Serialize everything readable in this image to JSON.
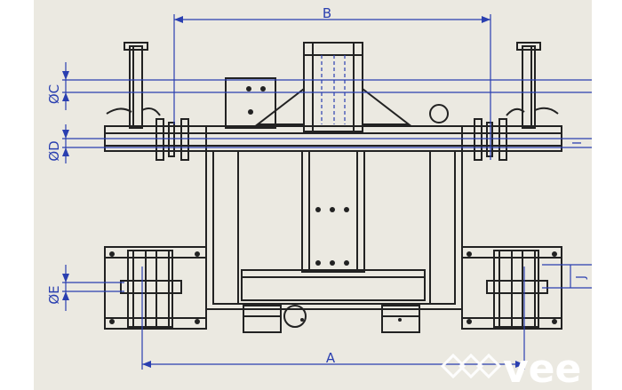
{
  "drawing": {
    "dimensions": {
      "top": "B",
      "bottom": "A",
      "phi_c": "ØC",
      "phi_d": "ØD",
      "phi_e": "ØE",
      "right_upper": "I",
      "right_lower": "J"
    },
    "colors": {
      "paper": "#ebe9e1",
      "ink": "#222222",
      "dimension": "#2a3fb0",
      "watermark": "#ffffff"
    }
  },
  "watermark": {
    "text": "vee"
  }
}
